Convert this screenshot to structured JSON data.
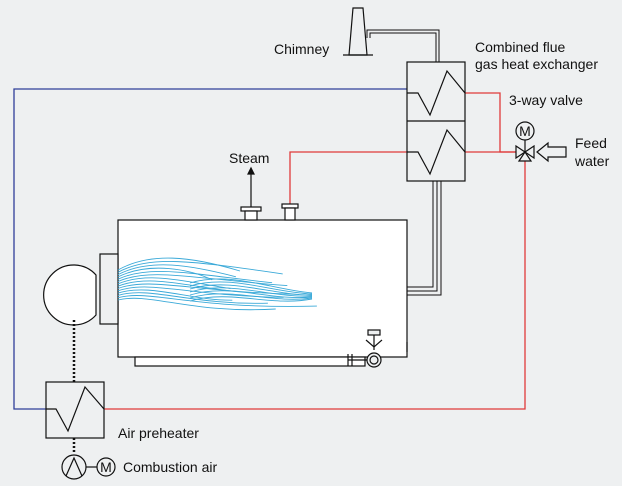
{
  "labels": {
    "chimney": "Chimney",
    "combined_line1": "Combined flue",
    "combined_line2": "gas heat exchanger",
    "three_way_valve": "3-way valve",
    "feed_line1": "Feed",
    "feed_line2": "water",
    "steam": "Steam",
    "air_preheater": "Air preheater",
    "combustion_air": "Combustion air",
    "motor_symbol": "M"
  },
  "colors": {
    "background": "#eef0f1",
    "hot_water_line": "#e03a3a",
    "air_line": "#2f3f9a",
    "outline": "#111111",
    "flame": "#3aa9d8"
  }
}
